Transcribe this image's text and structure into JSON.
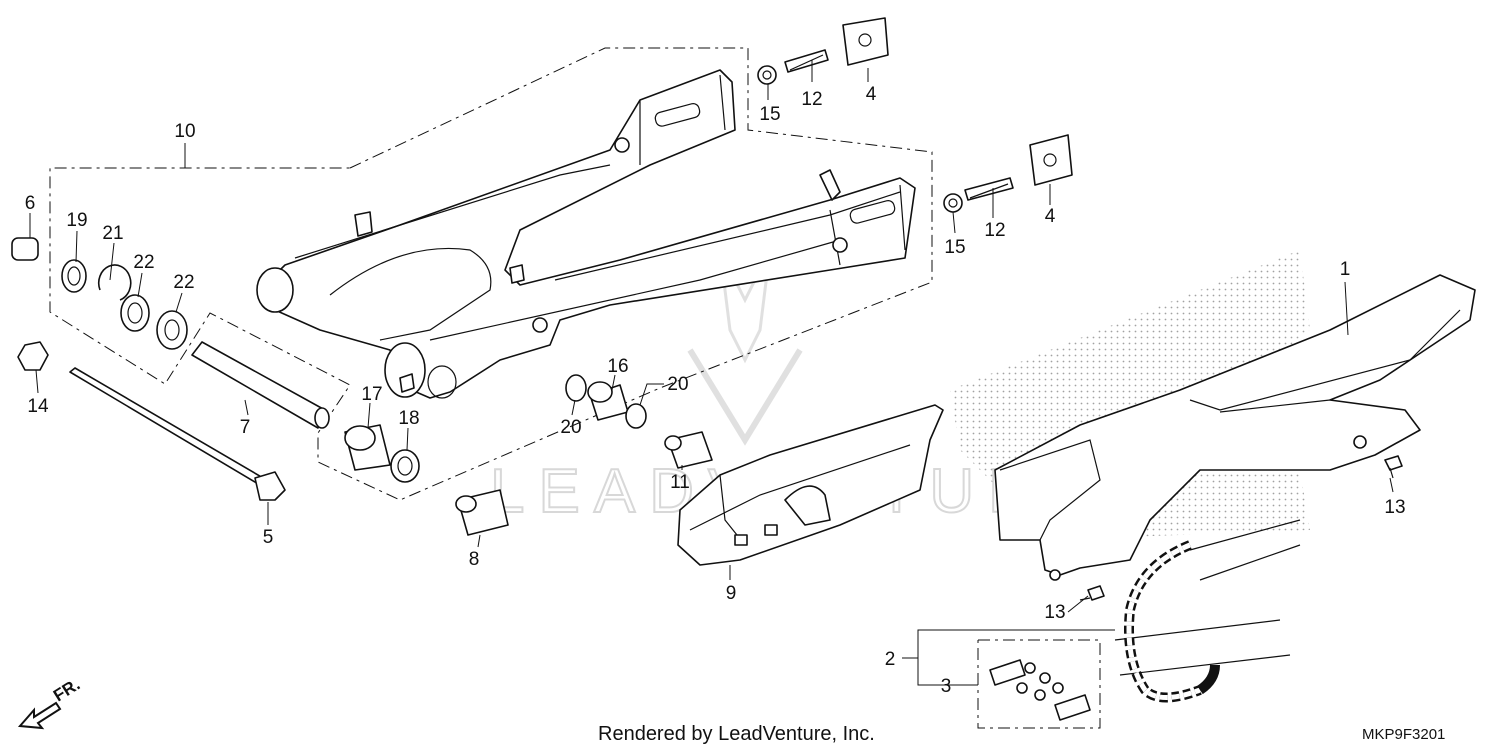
{
  "diagram": {
    "callouts": [
      {
        "id": "c1",
        "label": "1"
      },
      {
        "id": "c2",
        "label": "2"
      },
      {
        "id": "c3",
        "label": "3"
      },
      {
        "id": "c4a",
        "label": "4"
      },
      {
        "id": "c4b",
        "label": "4"
      },
      {
        "id": "c5",
        "label": "5"
      },
      {
        "id": "c6",
        "label": "6"
      },
      {
        "id": "c7",
        "label": "7"
      },
      {
        "id": "c8",
        "label": "8"
      },
      {
        "id": "c9",
        "label": "9"
      },
      {
        "id": "c10",
        "label": "10"
      },
      {
        "id": "c11",
        "label": "11"
      },
      {
        "id": "c12a",
        "label": "12"
      },
      {
        "id": "c12b",
        "label": "12"
      },
      {
        "id": "c13a",
        "label": "13"
      },
      {
        "id": "c13b",
        "label": "13"
      },
      {
        "id": "c14",
        "label": "14"
      },
      {
        "id": "c15a",
        "label": "15"
      },
      {
        "id": "c15b",
        "label": "15"
      },
      {
        "id": "c16",
        "label": "16"
      },
      {
        "id": "c17",
        "label": "17"
      },
      {
        "id": "c18",
        "label": "18"
      },
      {
        "id": "c19",
        "label": "19"
      },
      {
        "id": "c20a",
        "label": "20"
      },
      {
        "id": "c20b",
        "label": "20"
      },
      {
        "id": "c21",
        "label": "21"
      },
      {
        "id": "c22a",
        "label": "22"
      },
      {
        "id": "c22b",
        "label": "22"
      }
    ],
    "direction_label": "FR.",
    "footer_credit": "Rendered by LeadVenture, Inc.",
    "diagram_code": "MKP9F3201",
    "watermark_text": "LEADVENTURE"
  }
}
